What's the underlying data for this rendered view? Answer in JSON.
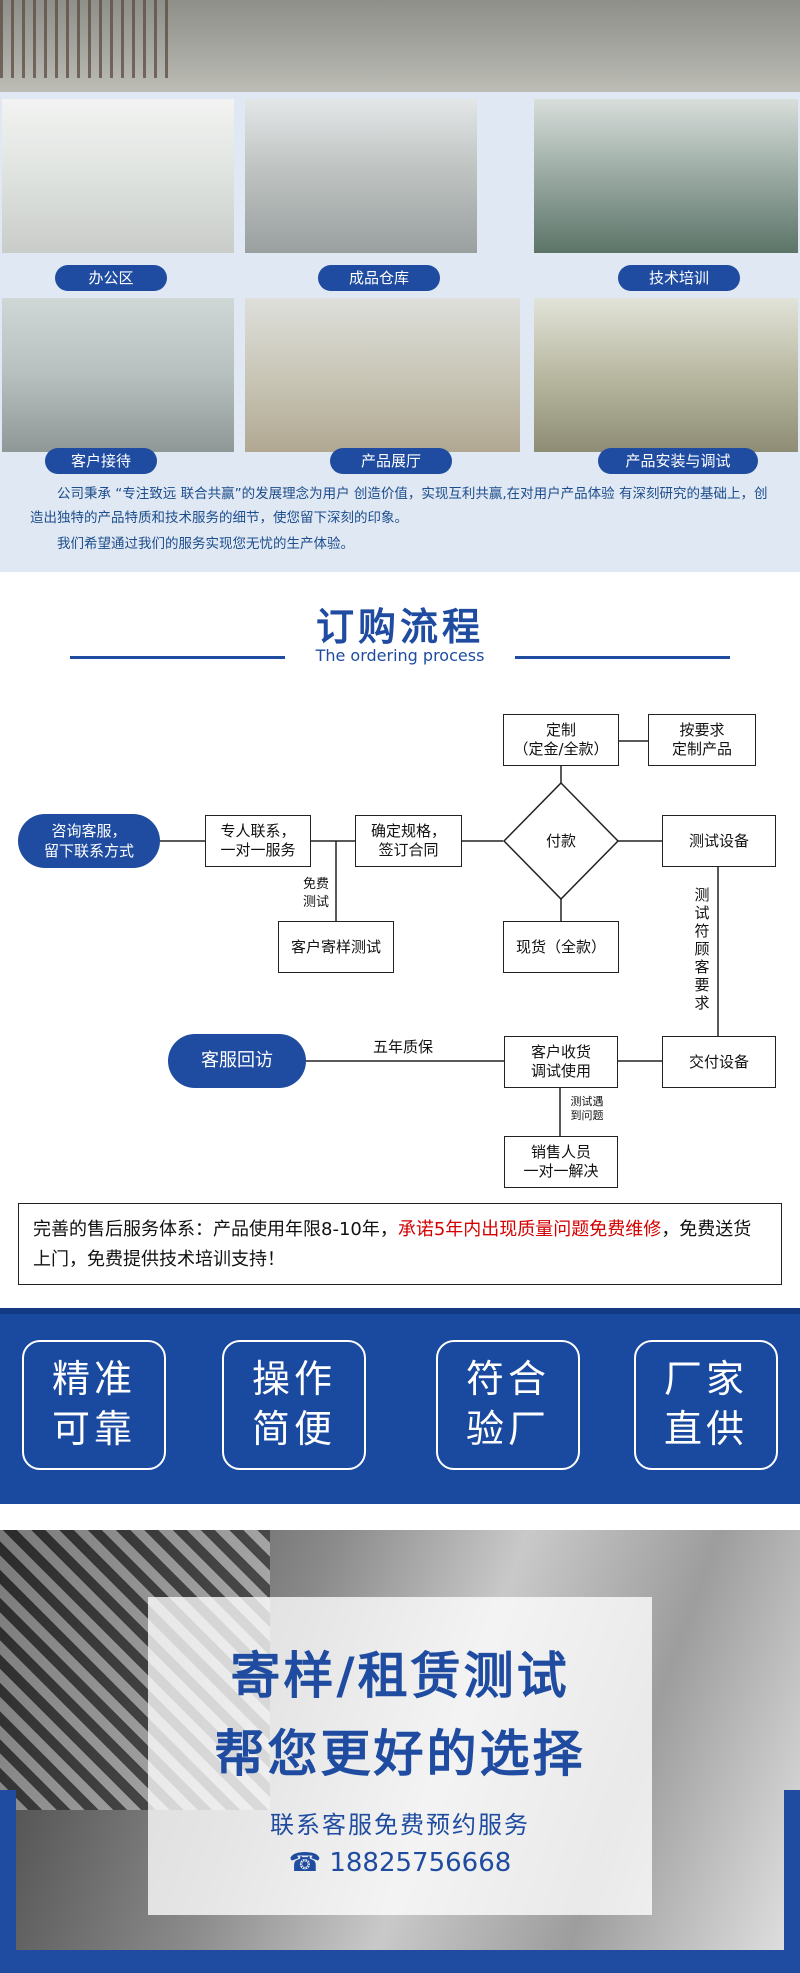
{
  "gallery": {
    "captions": [
      "办公区",
      "成品仓库",
      "技术培训",
      "客户接待",
      "产品展厅",
      "产品安装与调试"
    ],
    "intro": [
      "公司秉承 “专注致远 联合共赢”的发展理念为用户 创造价值，实现互利共赢,在对用户产品体验 有深刻研究的基础上，创造出独特的产品特质和技术服务的细节，使您留下深刻的印象。",
      "我们希望通过我们的服务实现您无忧的生产体验。"
    ]
  },
  "ordering": {
    "title": "订购流程",
    "subtitle": "The ordering process",
    "nodes": {
      "consult": "咨询客服，\n留下联系方式",
      "dedicated": "专人联系，\n一对一服务",
      "confirm": "确定规格，\n签订合同",
      "pay": "付款",
      "custom": "定制\n（定金/全款）",
      "custom_req": "按要求\n定制产品",
      "test_equipment": "测试设备",
      "sample_test": "客户寄样测试",
      "in_stock": "现货（全款）",
      "deliver": "交付设备",
      "receive": "客户收货\n调试使用",
      "sales": "销售人员\n一对一解决",
      "revisit": "客服回访"
    },
    "labels": {
      "free_test": "免费\n测试",
      "meet_req": "测\n试\n符\n顾\n客\n要\n求",
      "warranty": "五年质保",
      "problem": "测试遇\n到问题"
    }
  },
  "after_sales": {
    "prefix": "完善的售后服务体系：产品使用年限8-10年，",
    "highlight": "承诺5年内出现质量问题免费维修",
    "suffix": "，免费送货上门，免费提供技术培训支持！"
  },
  "features": [
    {
      "line1": "精准",
      "line2": "可靠"
    },
    {
      "line1": "操作",
      "line2": "简便"
    },
    {
      "line1": "符合",
      "line2": "验厂"
    },
    {
      "line1": "厂家",
      "line2": "直供"
    }
  ],
  "rental": {
    "line1": "寄样/租赁测试",
    "line2": "帮您更好的选择",
    "service": "联系客服免费预约服务",
    "phone_icon": "phone-icon",
    "phone": "18825756668"
  },
  "colors": {
    "brand": "#1f4ca0",
    "highlight": "#d40000"
  }
}
